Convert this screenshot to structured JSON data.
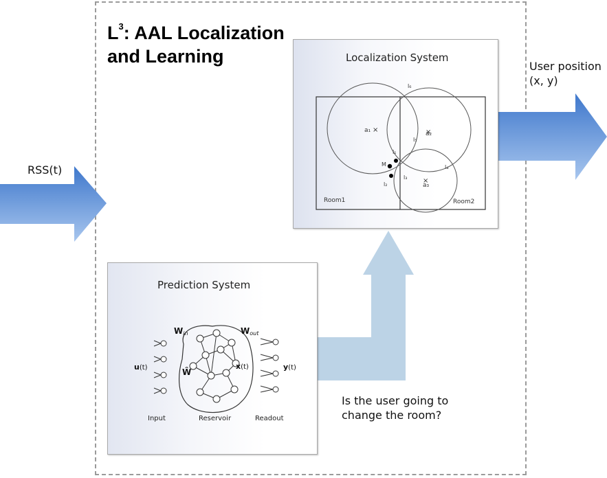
{
  "title": {
    "prefix": "L",
    "superscript": "3",
    "line1_rest": ": AAL Localization",
    "line2": "and Learning"
  },
  "rss_label": "RSS(t)",
  "output_label": {
    "line1": "User position",
    "line2": "(x, y)"
  },
  "question": {
    "line1": "Is the user going to",
    "line2": "change the room?"
  },
  "localization": {
    "title": "Localization System",
    "room1": "Room1",
    "room2": "Room2",
    "anchors": [
      "a₁",
      "a₂",
      "a₃"
    ],
    "intersections": [
      "l₁",
      "l₂",
      "l₃",
      "l₄",
      "l₅",
      "l₆"
    ],
    "mobile": "M"
  },
  "prediction": {
    "title": "Prediction System",
    "w_in": "W",
    "w_in_sub": "in",
    "w_out": "W",
    "w_out_sub": "out",
    "w_hat": "Ŵ",
    "u": "u",
    "x": "x",
    "y": "y",
    "t": "(t)",
    "input": "Input",
    "reservoir": "Reservoir",
    "readout": "Readout"
  },
  "colors": {
    "arrow_blue_dark": "#4f86d4",
    "arrow_blue_light": "#a9c8ee",
    "arrow_pale": "#bcd3e6"
  }
}
